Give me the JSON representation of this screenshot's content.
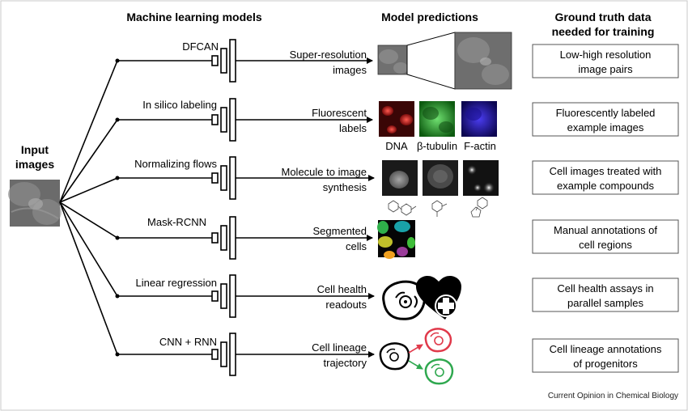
{
  "headers": {
    "models": "Machine learning models",
    "predictions": "Model predictions",
    "ground_truth_line1": "Ground truth data",
    "ground_truth_line2": "needed for training"
  },
  "input": {
    "line1": "Input",
    "line2": "images"
  },
  "rows": [
    {
      "model": "DFCAN",
      "prediction": [
        "Super-resolution",
        "images"
      ],
      "ground_truth": [
        "Low-high resolution",
        "image pairs"
      ]
    },
    {
      "model": "In silico labeling",
      "prediction": [
        "Fluorescent",
        "labels"
      ],
      "ground_truth": [
        "Fluorescently labeled",
        "example images"
      ]
    },
    {
      "model": "Normalizing flows",
      "prediction": [
        "Molecule to image",
        "synthesis"
      ],
      "ground_truth": [
        "Cell images treated with",
        "example compounds"
      ]
    },
    {
      "model": "Mask-RCNN",
      "prediction": [
        "Segmented",
        "cells"
      ],
      "ground_truth": [
        "Manual annotations of",
        "cell regions"
      ]
    },
    {
      "model": "Linear regression",
      "prediction": [
        "Cell health",
        "readouts"
      ],
      "ground_truth": [
        "Cell health assays in",
        "parallel samples"
      ]
    },
    {
      "model": "CNN + RNN",
      "prediction": [
        "Cell lineage",
        "trajectory"
      ],
      "ground_truth": [
        "Cell lineage annotations",
        "of progenitors"
      ]
    }
  ],
  "stain_labels": [
    "DNA",
    "β-tubulin",
    "F-actin"
  ],
  "colors": {
    "dna": "#d9262b",
    "tubulin": "#3dbf3a",
    "actin": "#3b2fd6",
    "lineage_red": "#e0394a",
    "lineage_green": "#2fa84f"
  },
  "credit": "Current Opinion in Chemical Biology"
}
